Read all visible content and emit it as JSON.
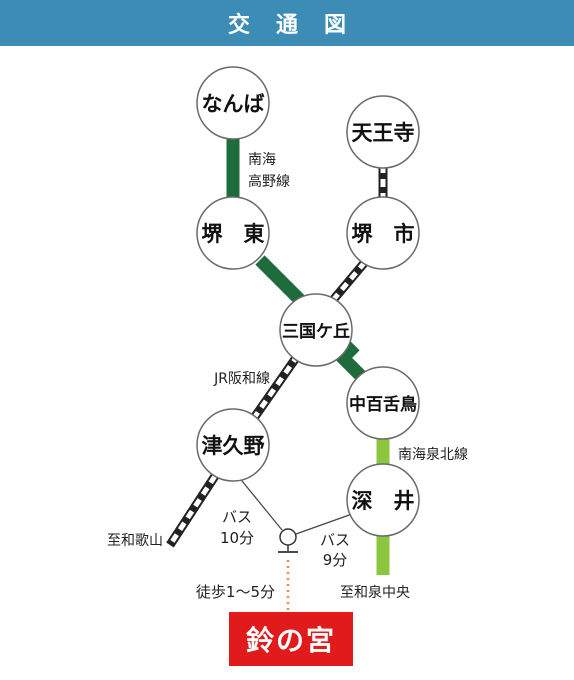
{
  "header": {
    "title": "交通図"
  },
  "stations": {
    "namba": "なんば",
    "tennoji": "天王寺",
    "sakaihigashi": "堺　東",
    "sakaishi": "堺　市",
    "mikunigaoka": "三国ケ丘",
    "mozu": "中百舌鳥",
    "tsukuno": "津久野",
    "fukai": "深　井"
  },
  "lines": {
    "nankai_koya_1": "南海",
    "nankai_koya_2": "高野線",
    "jr_hanwa": "JR阪和線",
    "senboku": "南海泉北線"
  },
  "directions": {
    "wakayama": "至和歌山",
    "izumi_chuo": "至和泉中央"
  },
  "bus": {
    "left_1": "バス",
    "left_2": "10分",
    "right_1": "バス",
    "right_2": "9分"
  },
  "walk": "徒歩1〜5分",
  "destination": "鈴の宮",
  "colors": {
    "header": "#3d8cb6",
    "nankai_koya": "#1e6b3c",
    "senboku": "#8cc63f",
    "destination": "#e11b1b",
    "walk_path": "#f0884a"
  }
}
